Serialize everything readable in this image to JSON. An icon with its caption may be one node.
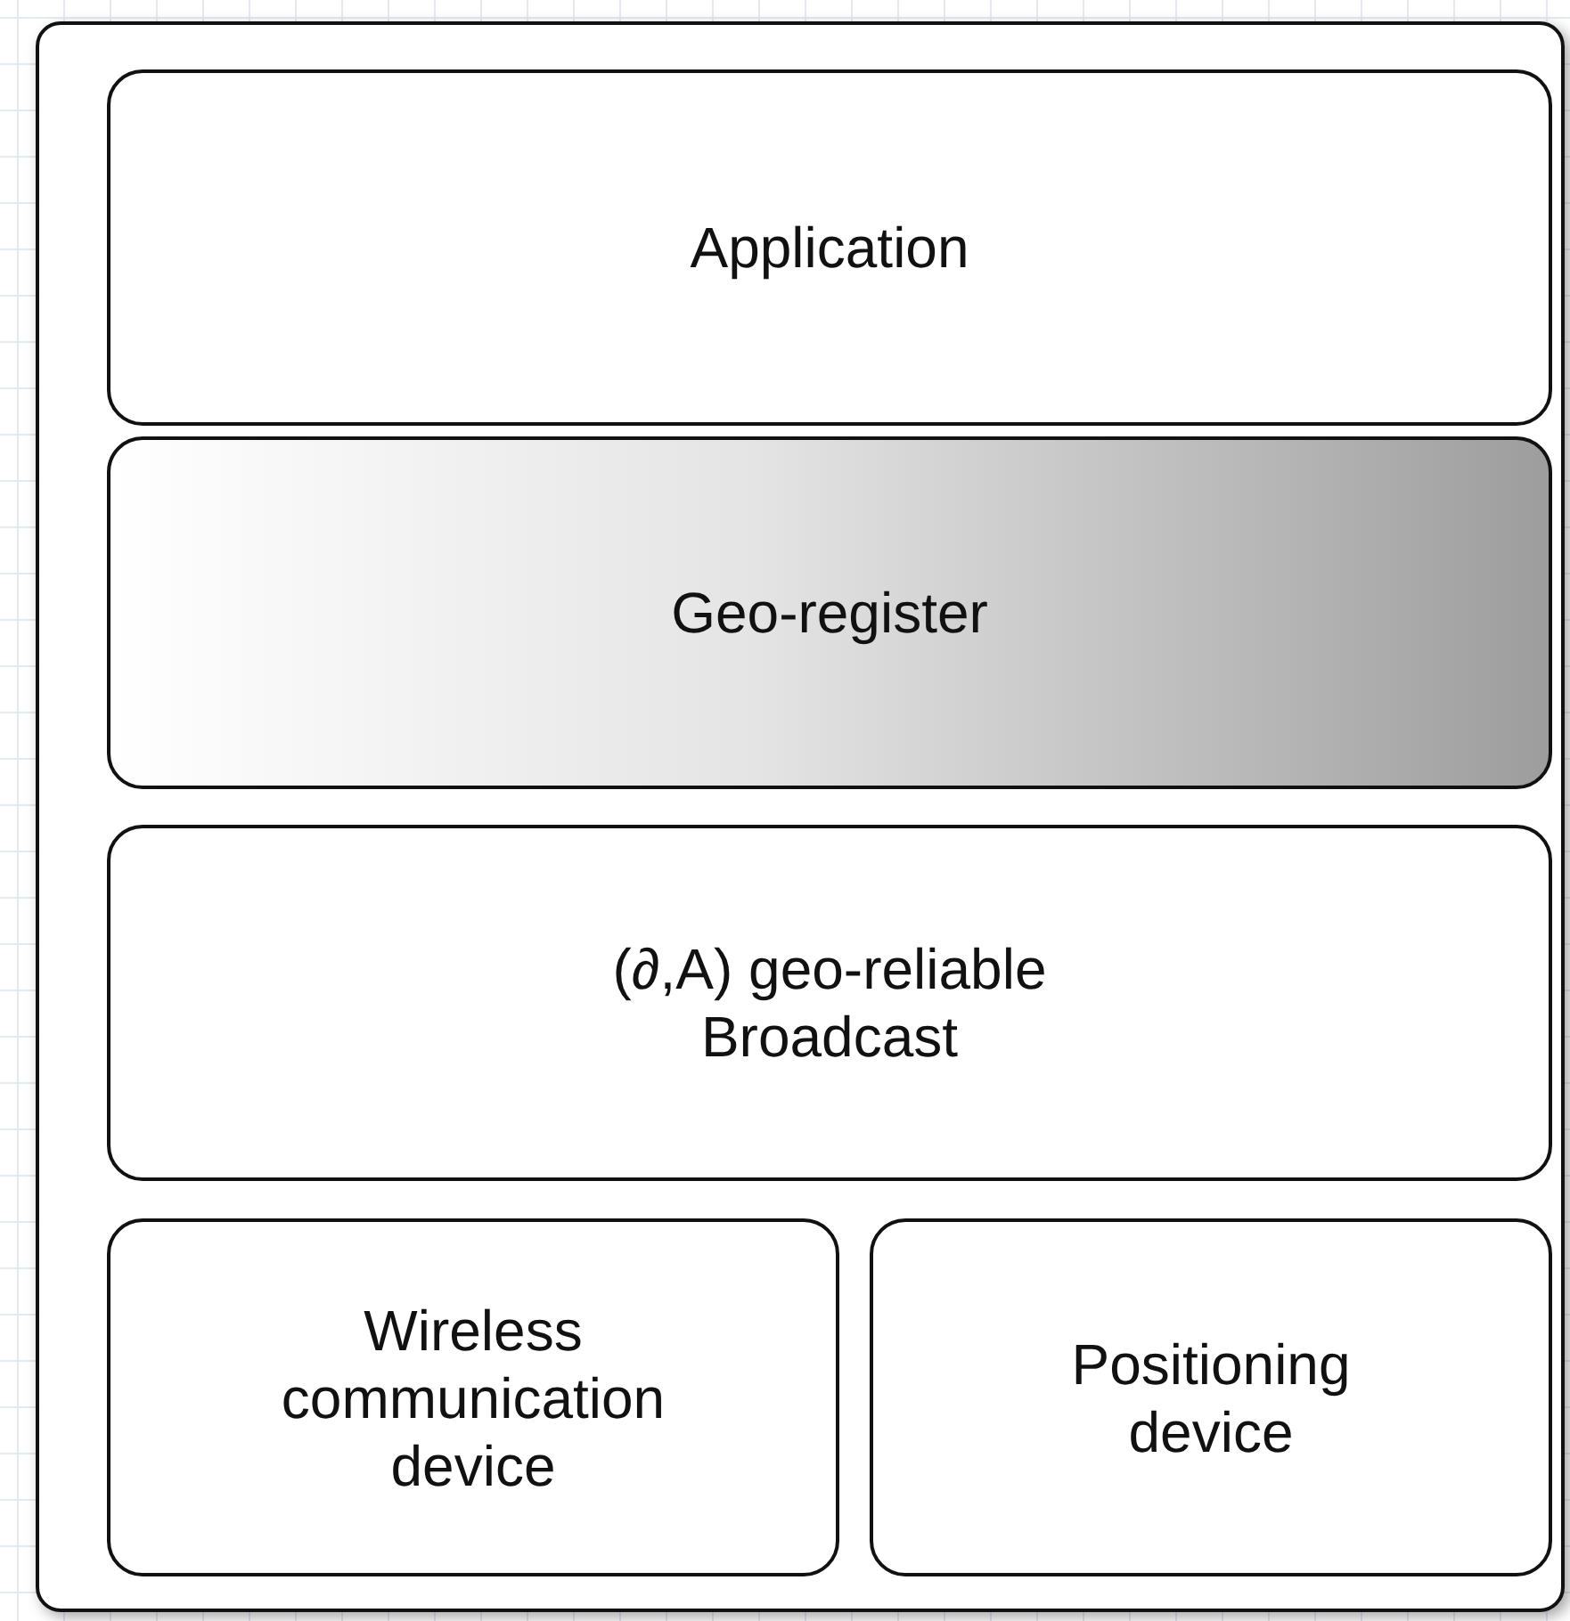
{
  "diagram": {
    "nodes": [
      {
        "text": [],
        "shape": "box"
      },
      {
        "text": [
          "Application"
        ],
        "in": 0
      },
      {
        "text": [
          "Geo-register"
        ],
        "in": 0
      },
      {
        "text": [
          "(∂,A) geo-reliable Broadcast"
        ],
        "in": 0
      },
      {
        "text": [
          "Wireless communication device"
        ],
        "in": 0
      },
      {
        "text": [
          "Positioning device"
        ],
        "in": 0
      }
    ]
  }
}
